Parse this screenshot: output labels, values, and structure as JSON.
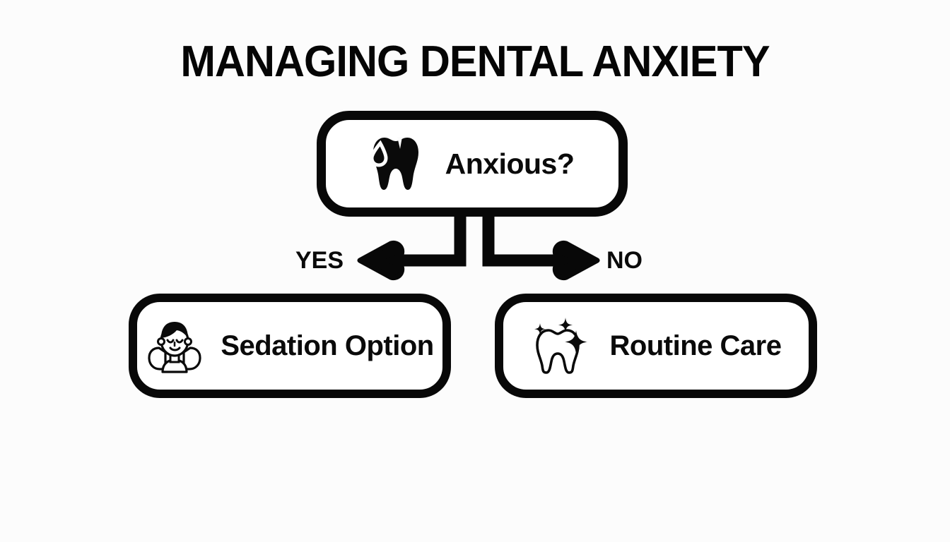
{
  "page": {
    "title": "MANAGING DENTAL ANXIETY",
    "background_color": "#fcfcfc",
    "stroke_color": "#080808",
    "text_color": "#0a0a0a"
  },
  "diagram": {
    "type": "flowchart",
    "decision": {
      "label": "Anxious?",
      "icon": "anxious-tooth-sweat-icon"
    },
    "branches": [
      {
        "label": "YES",
        "direction": "left",
        "target": "sedation"
      },
      {
        "label": "NO",
        "direction": "right",
        "target": "routine"
      }
    ],
    "outcomes": [
      {
        "id": "sedation",
        "label": "Sedation Option",
        "icon": "relaxed-face-icon"
      },
      {
        "id": "routine",
        "label": "Routine Care",
        "icon": "sparkling-tooth-icon"
      }
    ]
  }
}
